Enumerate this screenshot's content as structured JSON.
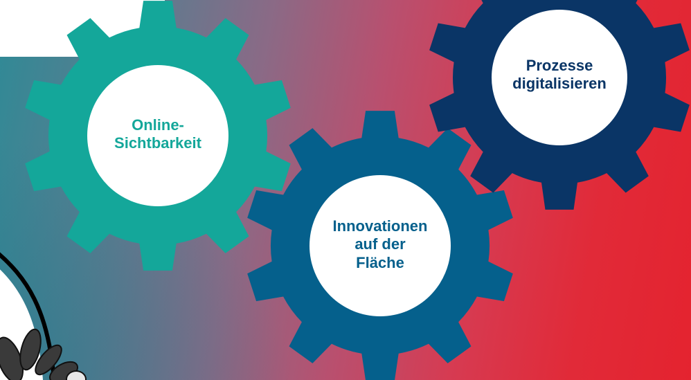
{
  "gears": {
    "online": {
      "lines": [
        "Online-",
        "Sichtbarkeit"
      ],
      "gear_color": "#14a79a",
      "text_color": "#14a79a"
    },
    "innovation": {
      "lines": [
        "Innovationen",
        "auf der",
        "Fläche"
      ],
      "gear_color": "#05608c",
      "text_color": "#05608c"
    },
    "process": {
      "lines": [
        "Prozesse",
        "digitalisieren"
      ],
      "gear_color": "#0a3566",
      "text_color": "#0a3566"
    }
  },
  "colors": {
    "background_left": "#2f8a96",
    "background_right": "#e4232f",
    "bubble": "#ffffff",
    "hub": "#ffffff"
  },
  "decor": {
    "bubble": "speech-bubble-shape",
    "mascot": "mascot-hand-illustration"
  }
}
